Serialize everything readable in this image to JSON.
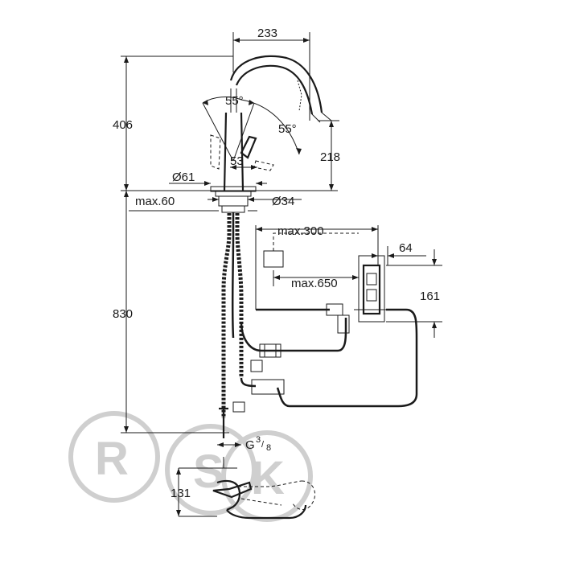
{
  "dimensions": {
    "width_spout": "233",
    "height_total": "406",
    "angle_left": "55°",
    "angle_right": "55°",
    "lever_offset": "53",
    "spout_height": "218",
    "base_diameter": "Ø61",
    "hole_diameter": "Ø34",
    "deck_thickness": "max.60",
    "hose_length": "830",
    "box_distance": "max.300",
    "box_width": "64",
    "box_range": "max.650",
    "box_height": "161",
    "thread": "G",
    "thread_frac_num": "3",
    "thread_frac_den": "8",
    "base_depth": "131"
  },
  "watermark": {
    "letters": [
      "R",
      "S",
      "K"
    ]
  }
}
